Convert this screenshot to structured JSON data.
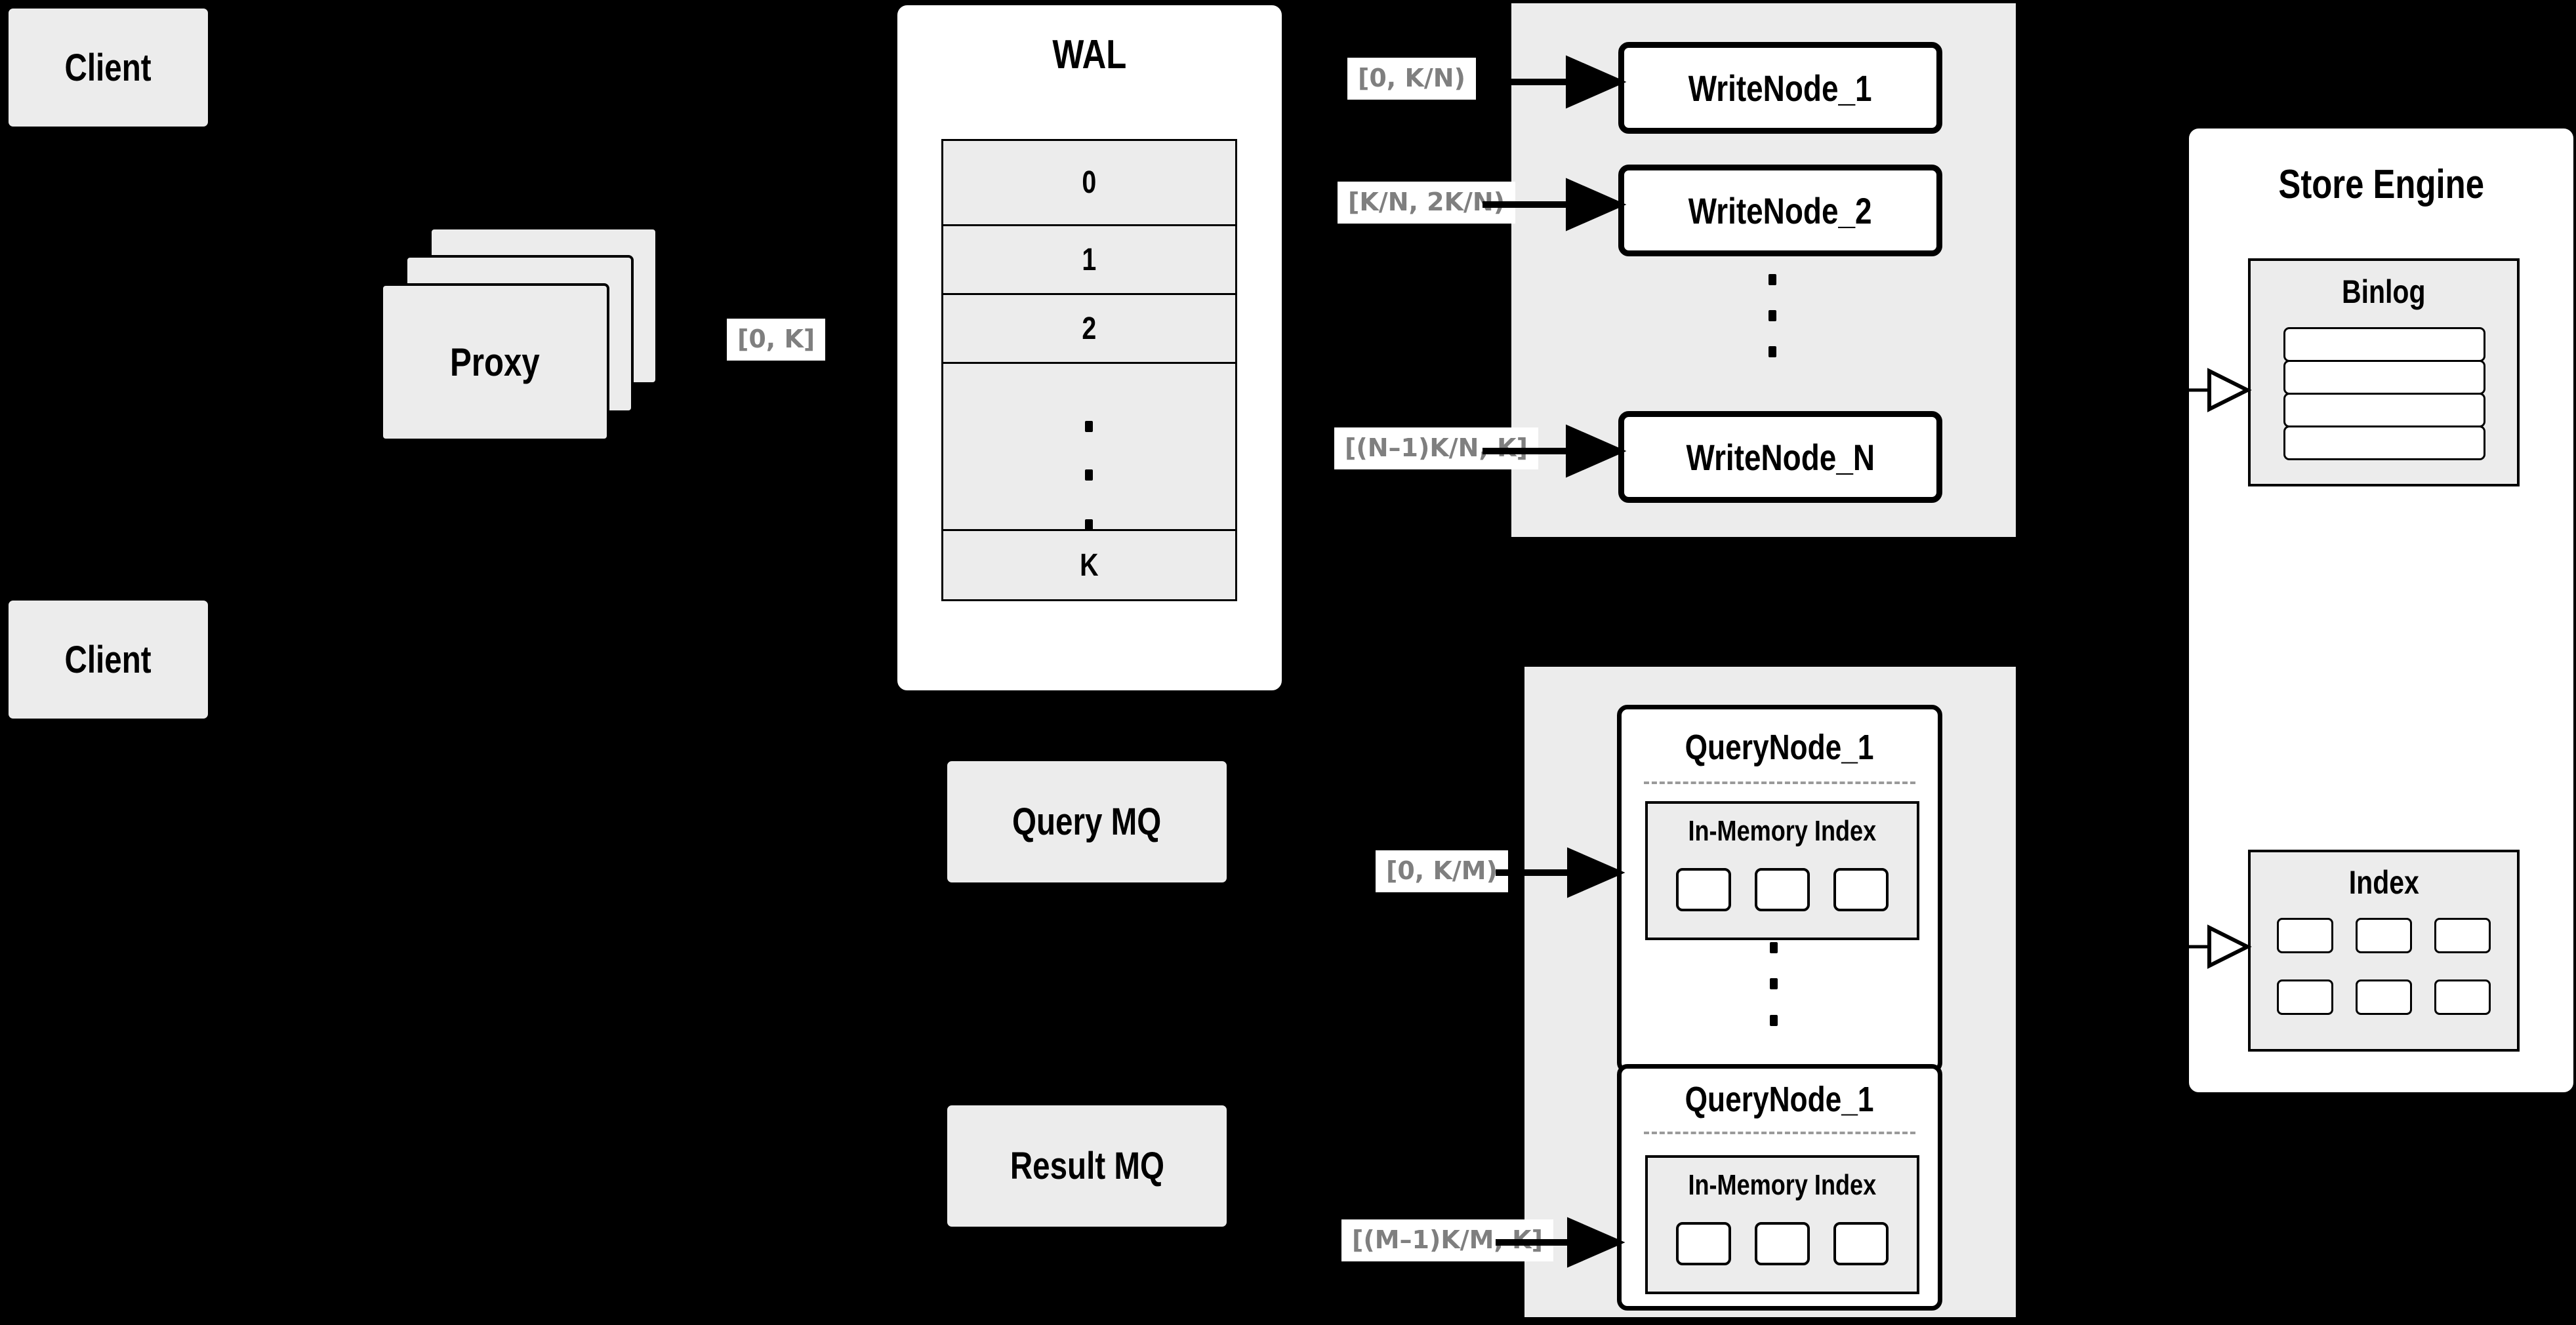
{
  "diagram": {
    "client_top": "Client",
    "client_bottom": "Client",
    "proxy": "Proxy",
    "wal": {
      "title": "WAL",
      "rows": [
        "0",
        "1",
        "2"
      ],
      "last_row": "K"
    },
    "range_labels": {
      "proxy_out": "[0, K]",
      "write_1": "[0,  K/N)",
      "write_2": "[K/N, 2K/N)",
      "write_n": "[(N–1)K/N,  K]",
      "query_1": "[0, K/M)",
      "query_m": "[(M–1)K/M, K]"
    },
    "write_nodes": [
      "WriteNode_1",
      "WriteNode_2",
      "WriteNode_N"
    ],
    "mq": {
      "query": "Query MQ",
      "result": "Result MQ"
    },
    "query_nodes": {
      "top": {
        "title": "QueryNode_1",
        "index_title": "In-Memory Index"
      },
      "bottom": {
        "title": "QueryNode_1",
        "index_title": "In-Memory Index"
      }
    },
    "store_engine": {
      "title": "Store Engine",
      "binlog_title": "Binlog",
      "index_title": "Index"
    },
    "colors": {
      "background": "#000000",
      "box_fill": "#ececec",
      "node_fill": "#ffffff",
      "border": "#000000",
      "range_label_text": "#7f7f7f",
      "dashed_divider": "#9a9a9a"
    }
  }
}
